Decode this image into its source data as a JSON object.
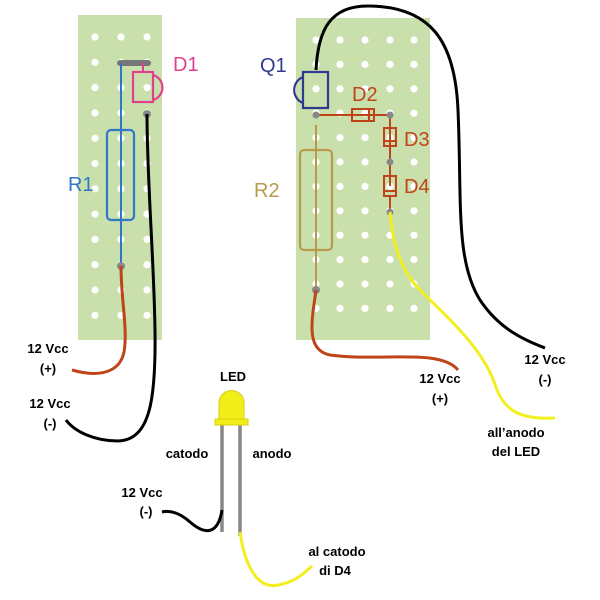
{
  "components": {
    "d1": "D1",
    "r1": "R1",
    "q1": "Q1",
    "d2": "D2",
    "d3": "D3",
    "d4": "D4",
    "r2": "R2"
  },
  "labels": {
    "left_pos_voltage": "12 Vcc",
    "left_pos_sign": "(+)",
    "left_neg_voltage": "12 Vcc",
    "left_neg_sign": "(-)",
    "led": "LED",
    "catodo": "catodo",
    "anodo": "anodo",
    "led_neg_voltage": "12 Vcc",
    "led_neg_sign": "(-)",
    "to_d4_line1": "al catodo",
    "to_d4_line2": "di D4",
    "right_pos_voltage": "12 Vcc",
    "right_pos_sign": "(+)",
    "right_neg_voltage": "12 Vcc",
    "right_neg_sign": "(-)",
    "to_led_line1": "all’anodo",
    "to_led_line2": "del LED"
  },
  "colors": {
    "board": "#c9e0ad",
    "hole": "#ffffff",
    "wire_red": "#c0441a",
    "wire_black": "#000000",
    "wire_yellow": "#f3ef1f",
    "d1": "#e0408f",
    "r1": "#2f78c8",
    "q1": "#2e3a8f",
    "diodes": "#c0441a",
    "r2": "#b89a4a",
    "led": "#f2ee1a"
  }
}
